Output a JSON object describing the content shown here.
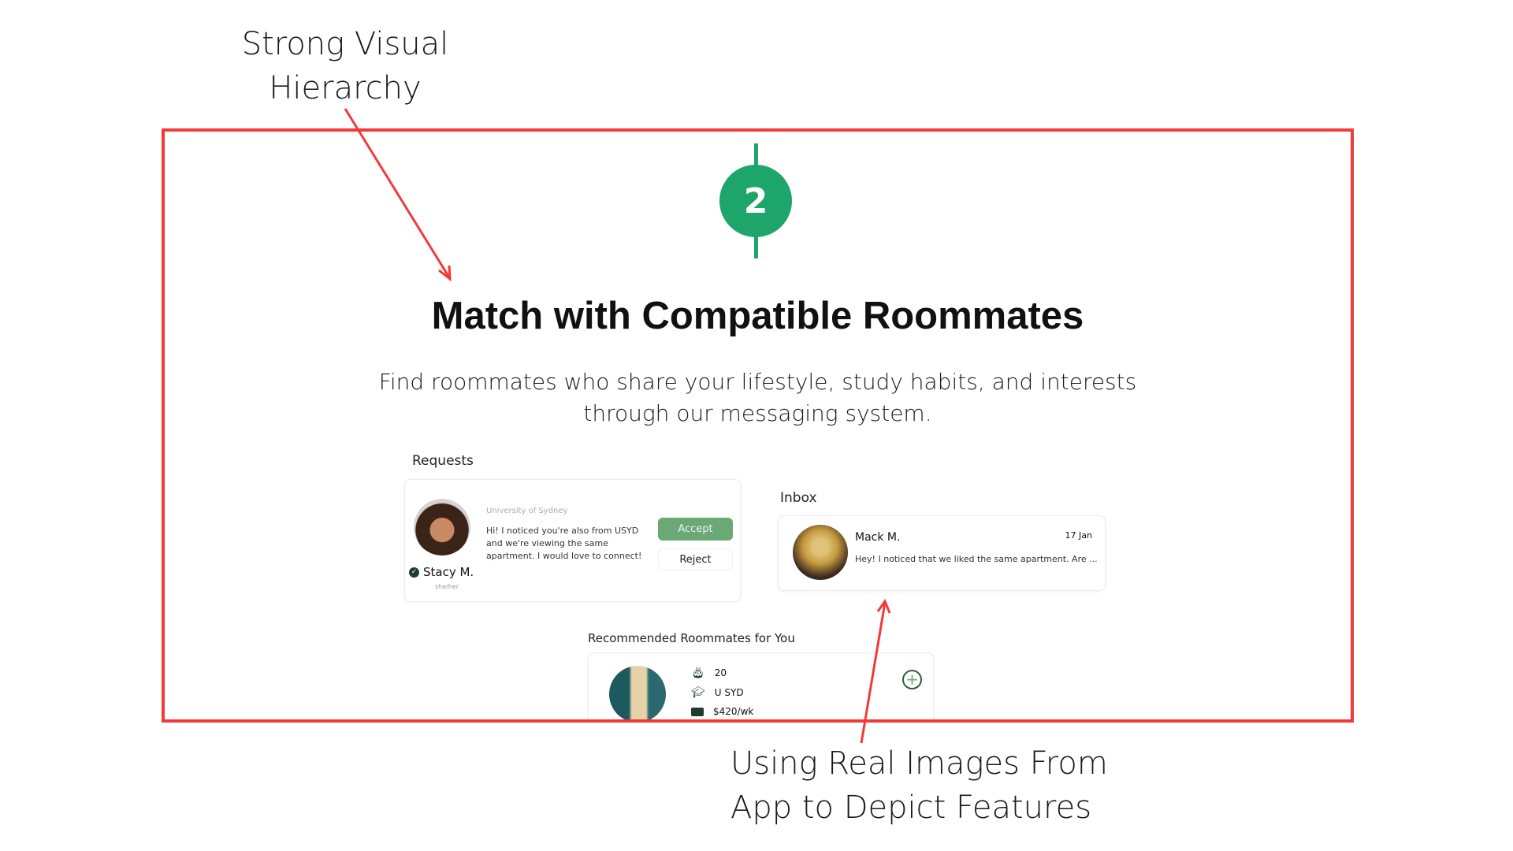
{
  "annotations": {
    "top": [
      "Strong Visual",
      "Hierarchy"
    ],
    "bottom": [
      "Using Real Images From",
      "App to Depict Features"
    ]
  },
  "step": {
    "number": "2"
  },
  "hero": {
    "title": "Match with Compatible Roommates",
    "subtitle_line1": "Find roommates who share your lifestyle, study habits, and interests",
    "subtitle_line2": "through our messaging system."
  },
  "requests": {
    "label": "Requests",
    "name": "Stacy M.",
    "pronouns": "she/her",
    "university": "University of Sydney",
    "message": [
      "Hi! I noticed you're also from USYD",
      "and we're viewing the same",
      "apartment.  I would love to connect!"
    ],
    "accept": "Accept",
    "reject": "Reject"
  },
  "inbox": {
    "label": "Inbox",
    "name": "Mack M.",
    "date": "17 Jan",
    "preview": "Hey! I noticed that we liked the same apartment. Are ..."
  },
  "recommended": {
    "label": "Recommended Roommates for You",
    "age": "20",
    "university": "U SYD",
    "rent": "$420/wk"
  },
  "colors": {
    "accent": "#1ea56a",
    "annotation": "#f23a3a",
    "button": "#6aa874",
    "icon": "#1f3d2b"
  }
}
